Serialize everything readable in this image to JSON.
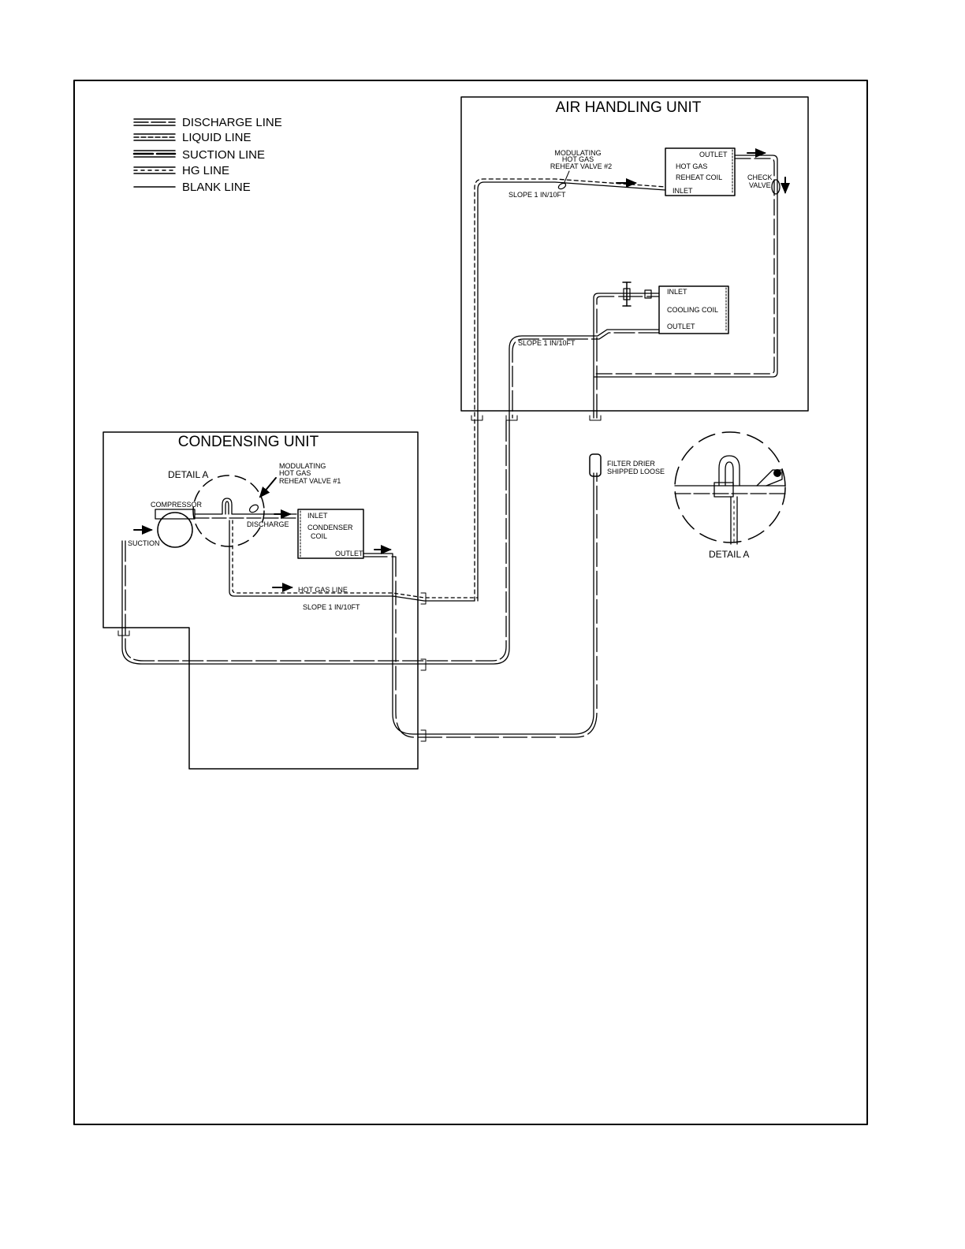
{
  "legend": {
    "discharge": "DISCHARGE LINE",
    "liquid": "LIQUID LINE",
    "suction": "SUCTION LINE",
    "hg": "HG LINE",
    "blank": "BLANK LINE"
  },
  "air_handling_unit": {
    "title": "AIR HANDLING UNIT",
    "valve2_line1": "MODULATING",
    "valve2_line2": "HOT GAS",
    "valve2_line3": "REHEAT VALVE #2",
    "slope_top": "SLOPE 1 IN/10FT",
    "slope_mid": "SLOPE 1 IN/10FT",
    "reheat_coil": {
      "outlet": "OUTLET",
      "line1": "HOT GAS",
      "line2": "REHEAT COIL",
      "inlet": "INLET"
    },
    "check_valve_1": "CHECK",
    "check_valve_2": "VALVE",
    "cooling_coil": {
      "inlet": "INLET",
      "name": "COOLING COIL",
      "outlet": "OUTLET"
    }
  },
  "condensing_unit": {
    "title": "CONDENSING UNIT",
    "detail_a": "DETAIL A",
    "valve1_line1": "MODULATING",
    "valve1_line2": "HOT GAS",
    "valve1_line3": "REHEAT VALVE #1",
    "compressor": "COMPRESSOR",
    "suction": "SUCTION",
    "discharge": "DISCHARGE",
    "condenser_coil": {
      "inlet": "INLET",
      "line1": "CONDENSER",
      "line2": "COIL",
      "outlet": "OUTLET"
    },
    "hot_gas_line": "HOT GAS  LINE",
    "slope": "SLOPE 1 IN/10FT"
  },
  "filter_drier_line1": "FILTER DRIER",
  "filter_drier_line2": "SHIPPED LOOSE",
  "detail_view_label": "DETAIL A"
}
